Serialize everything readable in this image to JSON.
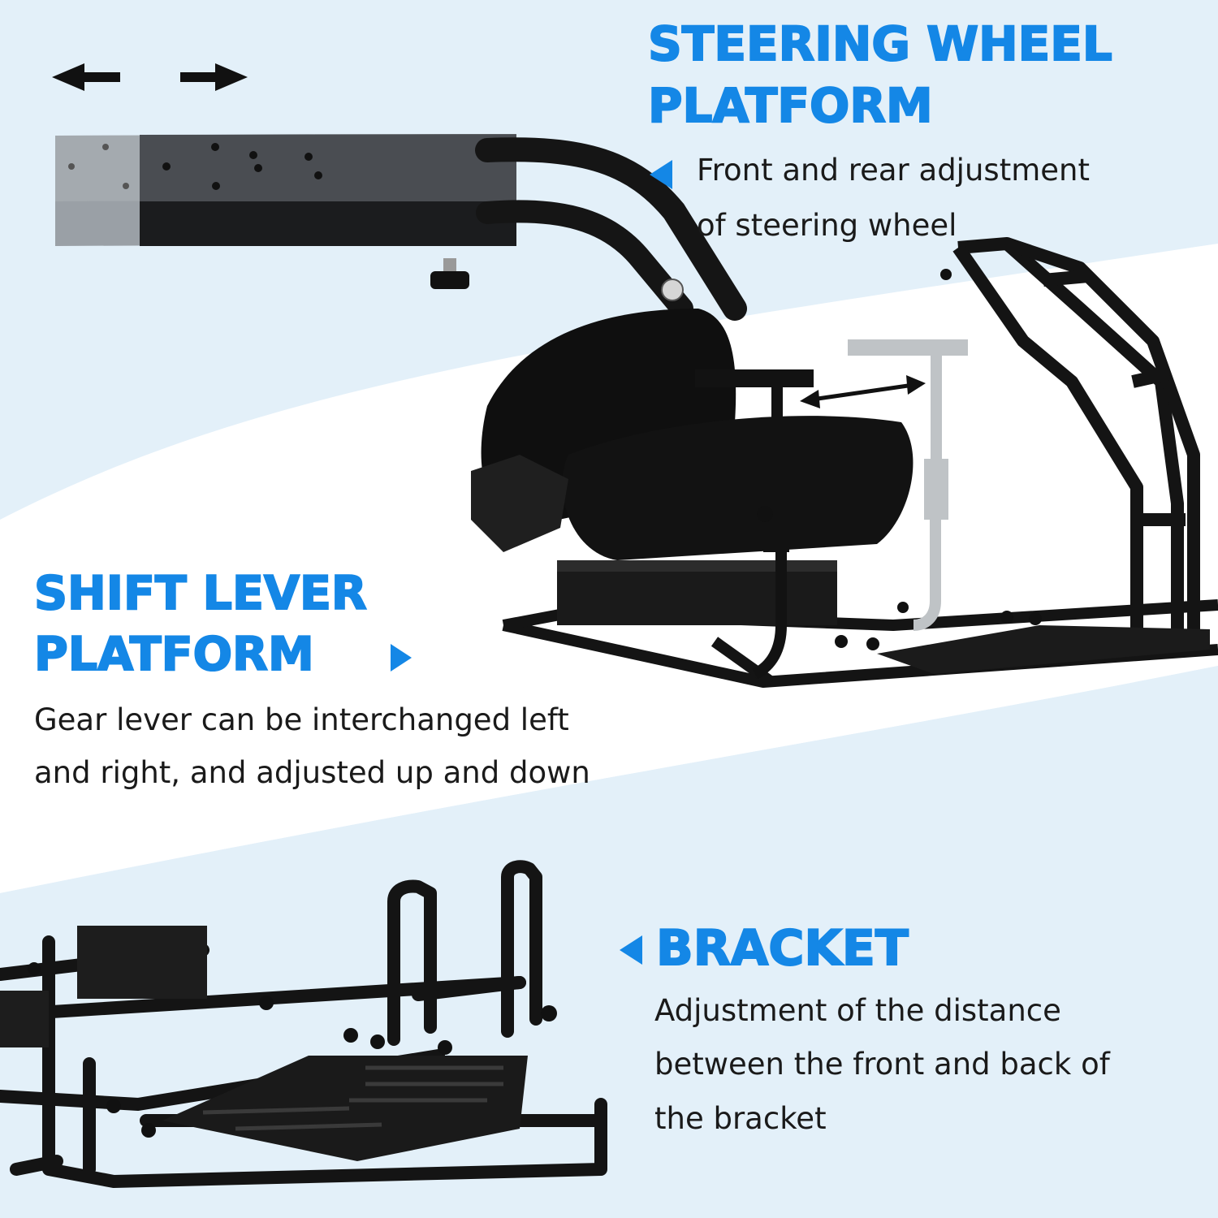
{
  "theme": {
    "accent": "#1487e6",
    "band": "#e3f0f9",
    "text": "#1a1a1a"
  },
  "sections": {
    "steering": {
      "heading_line1": "STEERING WHEEL",
      "heading_line2": "PLATFORM",
      "desc_line1": "Front and rear adjustment",
      "desc_line2": "of steering wheel",
      "arrow_icon": "triangle-left-icon"
    },
    "shift_lever": {
      "heading_line1": "SHIFT LEVER",
      "heading_line2": "PLATFORM",
      "desc_line1": "Gear lever can be interchanged left",
      "desc_line2": "and right, and adjusted up and down",
      "arrow_icon": "triangle-right-icon"
    },
    "bracket": {
      "heading": "BRACKET",
      "desc_line1": "Adjustment of the distance",
      "desc_line2": "between the front and back of",
      "desc_line3": "the bracket",
      "arrow_icon": "triangle-left-icon"
    }
  },
  "photos": {
    "steering_platform": "steering-wheel-platform-photo",
    "seat": "racing-seat-cockpit-photo",
    "bracket": "bracket-frame-photo"
  }
}
